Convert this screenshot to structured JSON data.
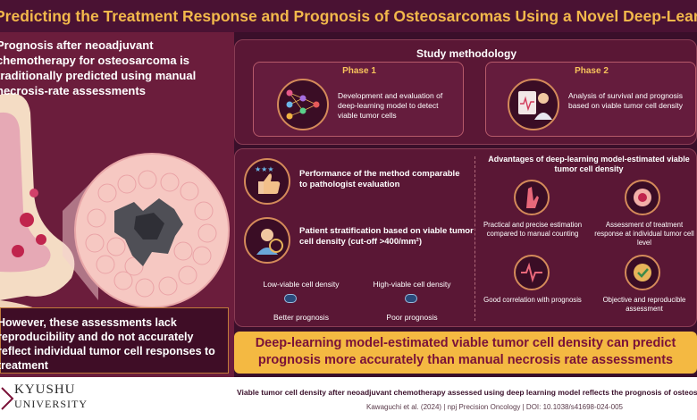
{
  "title": "Predicting the Treatment Response and Prognosis of Osteosarcomas Using a Novel Deep-Learning-Based Mod",
  "left_panel": {
    "intro": "Prognosis after neoadjuvant chemotherapy for osteosarcoma is traditionally predicted using manual necrosis-rate assessments",
    "limitation": "However, these assessments lack reproducibility and do not accurately reflect individual tumor cell responses to treatment"
  },
  "methodology": {
    "title": "Study methodology",
    "phase1_label": "Phase 1",
    "phase1_text": "Development and evaluation of deep-learning model to detect viable tumor cells",
    "phase2_label": "Phase 2",
    "phase2_text": "Analysis of survival and prognosis based on viable tumor cell density"
  },
  "results": {
    "performance": "Performance of the method comparable to pathologist evaluation",
    "stratification": "Patient stratification based on viable tumor cell density (cut-off >400/mm²)",
    "low_label": "Low-viable cell density",
    "low_prognosis": "Better prognosis",
    "high_label": "High-viable cell density",
    "high_prognosis": "Poor prognosis"
  },
  "advantages": {
    "title": "Advantages of deep-learning model-estimated viable tumor cell density",
    "items": [
      "Practical and precise estimation compared to manual counting",
      "Assessment of treatment response at individual tumor cell level",
      "Good correlation with prognosis",
      "Objective and reproducible assessment"
    ]
  },
  "banner": "Deep-learning model-estimated viable tumor cell density can predict prognosis more accurately than manual necrosis rate assessments",
  "footer": {
    "university_line1": "KYUSHU",
    "university_line2": "UNIVERSITY",
    "caption": "Viable tumor cell density after neoadjuvant chemotherapy assessed using deep learning model reflects the prognosis of osteosarc",
    "citation": "Kawaguchi et al. (2024)  |  npj Precision Oncology  |  DOI: 10.1038/s41698-024-005"
  }
}
